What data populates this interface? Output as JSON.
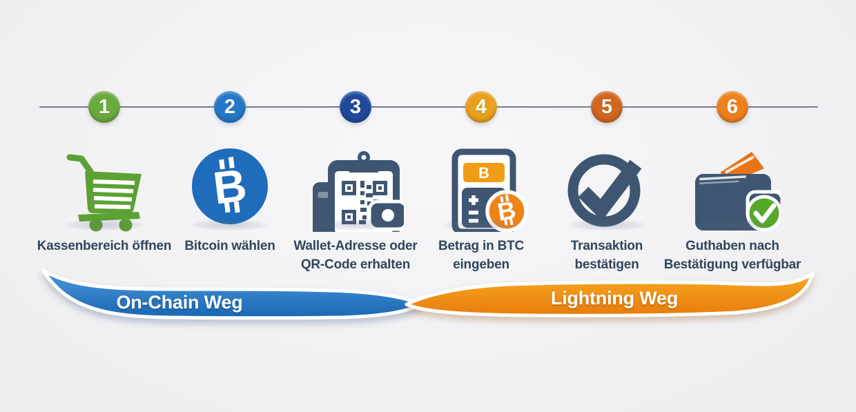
{
  "background_color": "#f1f1f3",
  "timeline": {
    "line_color": "#565b78"
  },
  "steps": [
    {
      "number": "1",
      "label": "Kassenbereich öffnen",
      "label_lines": [
        "Kassenbereich öffnen"
      ],
      "circle_color": "#6aa93c",
      "icon": "cart-icon"
    },
    {
      "number": "2",
      "label": "Bitcoin wählen",
      "label_lines": [
        "Bitcoin wählen"
      ],
      "circle_color": "#2478c8",
      "icon": "bitcoin-coin-icon"
    },
    {
      "number": "3",
      "label": "Wallet-Adresse oder QR-Code erhalten",
      "label_lines": [
        "Wallet-Adresse oder",
        "QR-Code erhalten"
      ],
      "circle_color": "#1f4a9b",
      "icon": "qr-clipboard-icon"
    },
    {
      "number": "4",
      "label": "Betrag in BTC eingeben",
      "label_lines": [
        "Betrag in BTC",
        "eingeben"
      ],
      "circle_color": "#e9a01d",
      "icon": "calculator-btc-icon"
    },
    {
      "number": "5",
      "label": "Transaktion bestätigen",
      "label_lines": [
        "Transaktion",
        "bestätigen"
      ],
      "circle_color": "#d2661f",
      "icon": "check-circle-icon"
    },
    {
      "number": "6",
      "label": "Guthaben nach Bestätigung verfügbar",
      "label_lines": [
        "Guthaben nach",
        "Bestätigung verfügbar"
      ],
      "circle_color": "#ee7f1f",
      "icon": "wallet-check-icon"
    }
  ],
  "ribbons": [
    {
      "label": "On-Chain Weg",
      "color_start": "#4a97dd",
      "color_end": "#1a67b2"
    },
    {
      "label": "Lightning Weg",
      "color_start": "#f7a91f",
      "color_end": "#e87c0e"
    }
  ],
  "icon_colors": {
    "cart_green": "#5ba133",
    "coin_blue": "#1e6cba",
    "slate": "#3e5672",
    "btc_orange": "#ee8418",
    "display_orange": "#f09c17",
    "card_orange": "#e87417",
    "badge_green": "#56a82a",
    "label_text": "#2f455e"
  }
}
